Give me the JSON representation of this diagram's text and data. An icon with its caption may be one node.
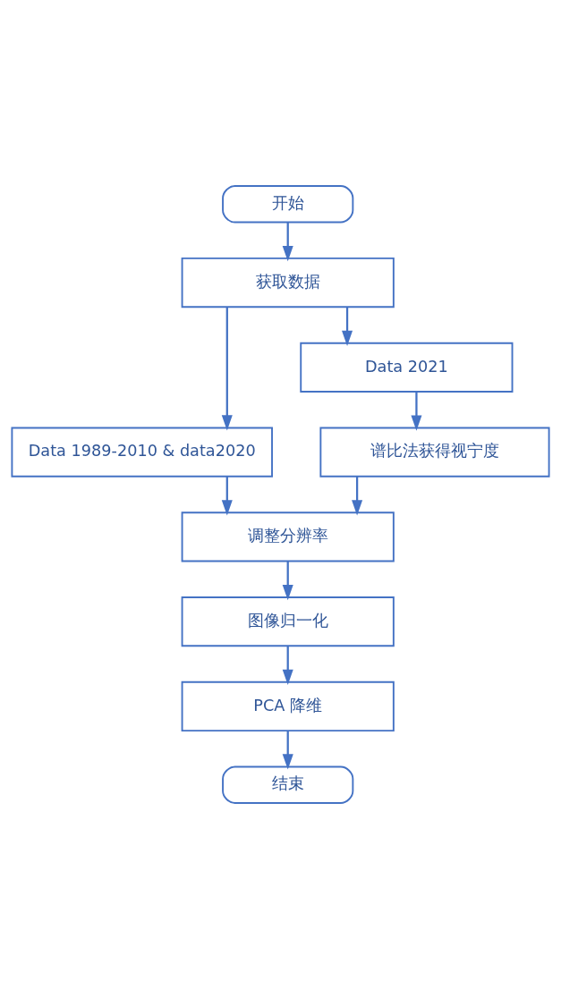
{
  "diagram": {
    "nodes": [
      {
        "text": [
          "开始"
        ]
      },
      {
        "text": [
          "获取数据"
        ]
      },
      {
        "text": [
          "Data 1989-2010 & data2020"
        ]
      },
      {
        "text": [
          "Data 2021"
        ]
      },
      {
        "text": [
          "谱比法获得视宁度"
        ]
      },
      {
        "text": [
          "调整分辨率"
        ]
      },
      {
        "text": [
          "图像归一化"
        ]
      },
      {
        "text": [
          "PCA 降维"
        ]
      },
      {
        "text": [
          "结束"
        ]
      }
    ],
    "edges": [
      {
        "from": 0,
        "to": 1,
        "arrow": "to"
      },
      {
        "from": 1,
        "to": 2,
        "arrow": "to"
      },
      {
        "from": 1,
        "to": 3,
        "arrow": "to"
      },
      {
        "from": 3,
        "to": 4,
        "arrow": "to"
      },
      {
        "from": 2,
        "to": 5,
        "arrow": "to"
      },
      {
        "from": 4,
        "to": 5,
        "arrow": "to"
      },
      {
        "from": 5,
        "to": 6,
        "arrow": "to"
      },
      {
        "from": 6,
        "to": 7,
        "arrow": "to"
      },
      {
        "from": 7,
        "to": 8,
        "arrow": "to"
      }
    ]
  }
}
